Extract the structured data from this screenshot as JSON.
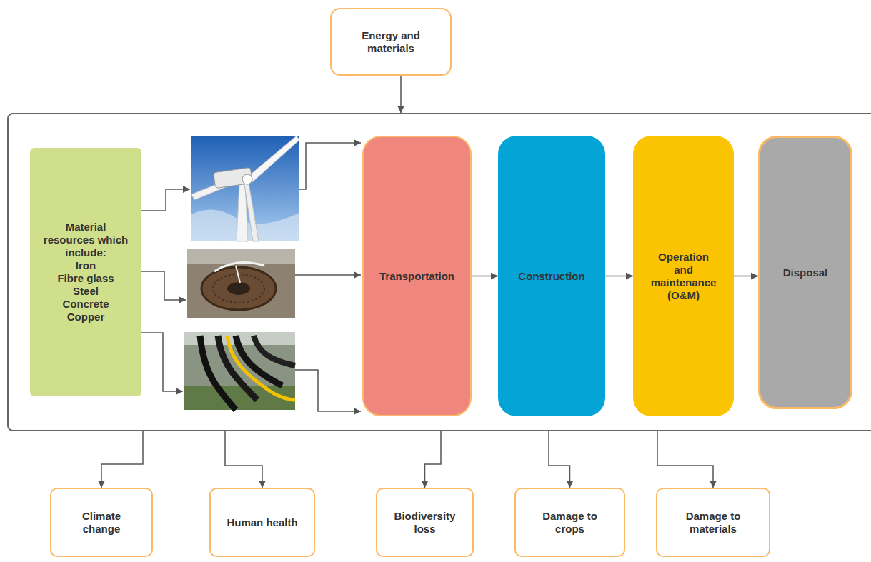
{
  "diagram": {
    "nodes": [
      {
        "text": [
          "Energy and materials"
        ]
      },
      {
        "text": []
      },
      {
        "text": [
          "Material resources which include:",
          "Iron",
          "Fibre glass",
          "Steel",
          "Concrete",
          "Copper"
        ],
        "in": 1
      },
      {
        "text": [
          "Transportation"
        ],
        "in": 1
      },
      {
        "text": [
          "Construction"
        ],
        "in": 1
      },
      {
        "text": [
          "Operation and maintenance (O&M)"
        ],
        "in": 1
      },
      {
        "text": [
          "Disposal"
        ],
        "in": 1
      },
      {
        "text": [
          "Climate change"
        ]
      },
      {
        "text": [
          "Human health"
        ]
      },
      {
        "text": [
          "Biodiversity loss"
        ]
      },
      {
        "text": [
          "Damage to crops"
        ]
      },
      {
        "text": [
          "Damage to materials"
        ]
      }
    ],
    "edges": [
      {
        "from": 0,
        "to": 1,
        "arrow": "to"
      },
      {
        "from": 3,
        "to": 4,
        "arrow": "to"
      },
      {
        "from": 4,
        "to": 5,
        "arrow": "to"
      },
      {
        "from": 5,
        "to": 6,
        "arrow": "to"
      },
      {
        "from": 1,
        "to": 7,
        "arrow": "to"
      },
      {
        "from": 1,
        "to": 8,
        "arrow": "to"
      },
      {
        "from": 1,
        "to": 9,
        "arrow": "to"
      },
      {
        "from": 1,
        "to": 10,
        "arrow": "to"
      },
      {
        "from": 1,
        "to": 11,
        "arrow": "to"
      }
    ]
  }
}
